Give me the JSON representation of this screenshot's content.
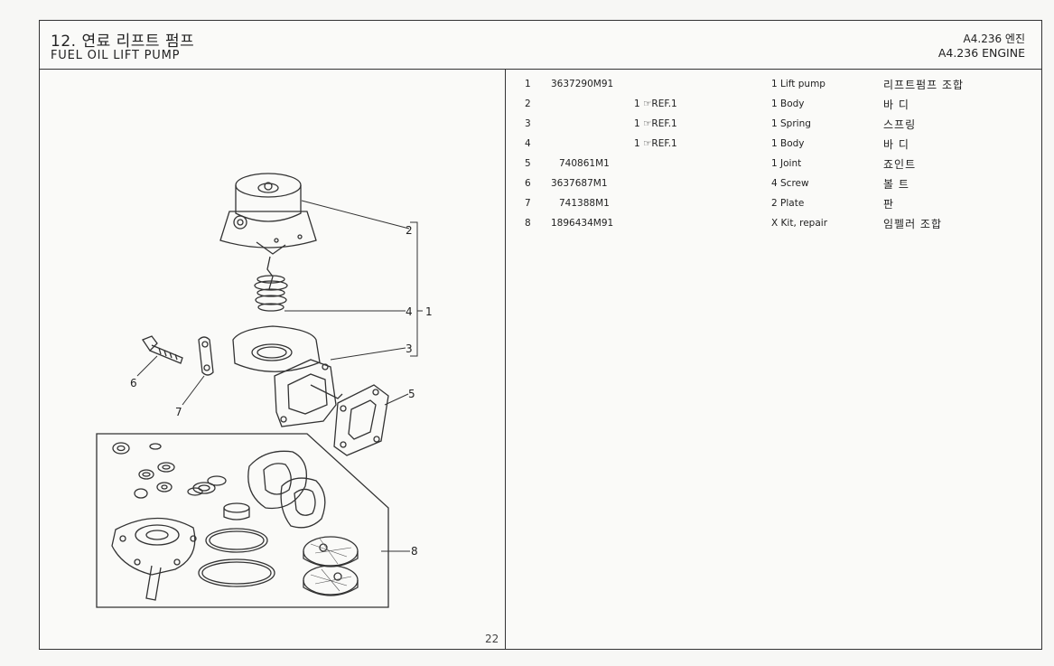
{
  "header": {
    "title_ko": "12. 연료 리프트 펌프",
    "title_en": "FUEL OIL LIFT PUMP",
    "engine_ko": "A4.236 엔진",
    "engine_en": "A4.236 ENGINE"
  },
  "page_number": "22",
  "diagram_callouts": [
    "2",
    "4",
    "1",
    "3",
    "5",
    "6",
    "7",
    "8"
  ],
  "parts": [
    {
      "no": "1",
      "part_no": "3637290M91",
      "ref": "",
      "qty_desc": "1  Lift pump",
      "name_ko": "리프트펌프 조합"
    },
    {
      "no": "2",
      "part_no": "",
      "ref": "1 ☞REF.1",
      "qty_desc": "1  Body",
      "name_ko": "바  디"
    },
    {
      "no": "3",
      "part_no": "",
      "ref": "1 ☞REF.1",
      "qty_desc": "1  Spring",
      "name_ko": "스프링"
    },
    {
      "no": "4",
      "part_no": "",
      "ref": "1 ☞REF.1",
      "qty_desc": "1  Body",
      "name_ko": "바  디"
    },
    {
      "no": "5",
      "part_no": "740861M1",
      "ref": "",
      "qty_desc": "1  Joint",
      "name_ko": "죠인트"
    },
    {
      "no": "6",
      "part_no": "3637687M1",
      "ref": "",
      "qty_desc": "4  Screw",
      "name_ko": "볼  트"
    },
    {
      "no": "7",
      "part_no": "741388M1",
      "ref": "",
      "qty_desc": "2  Plate",
      "name_ko": "판"
    },
    {
      "no": "8",
      "part_no": "1896434M91",
      "ref": "",
      "qty_desc": "X  Kit, repair",
      "name_ko": "임펠러 조합"
    }
  ]
}
